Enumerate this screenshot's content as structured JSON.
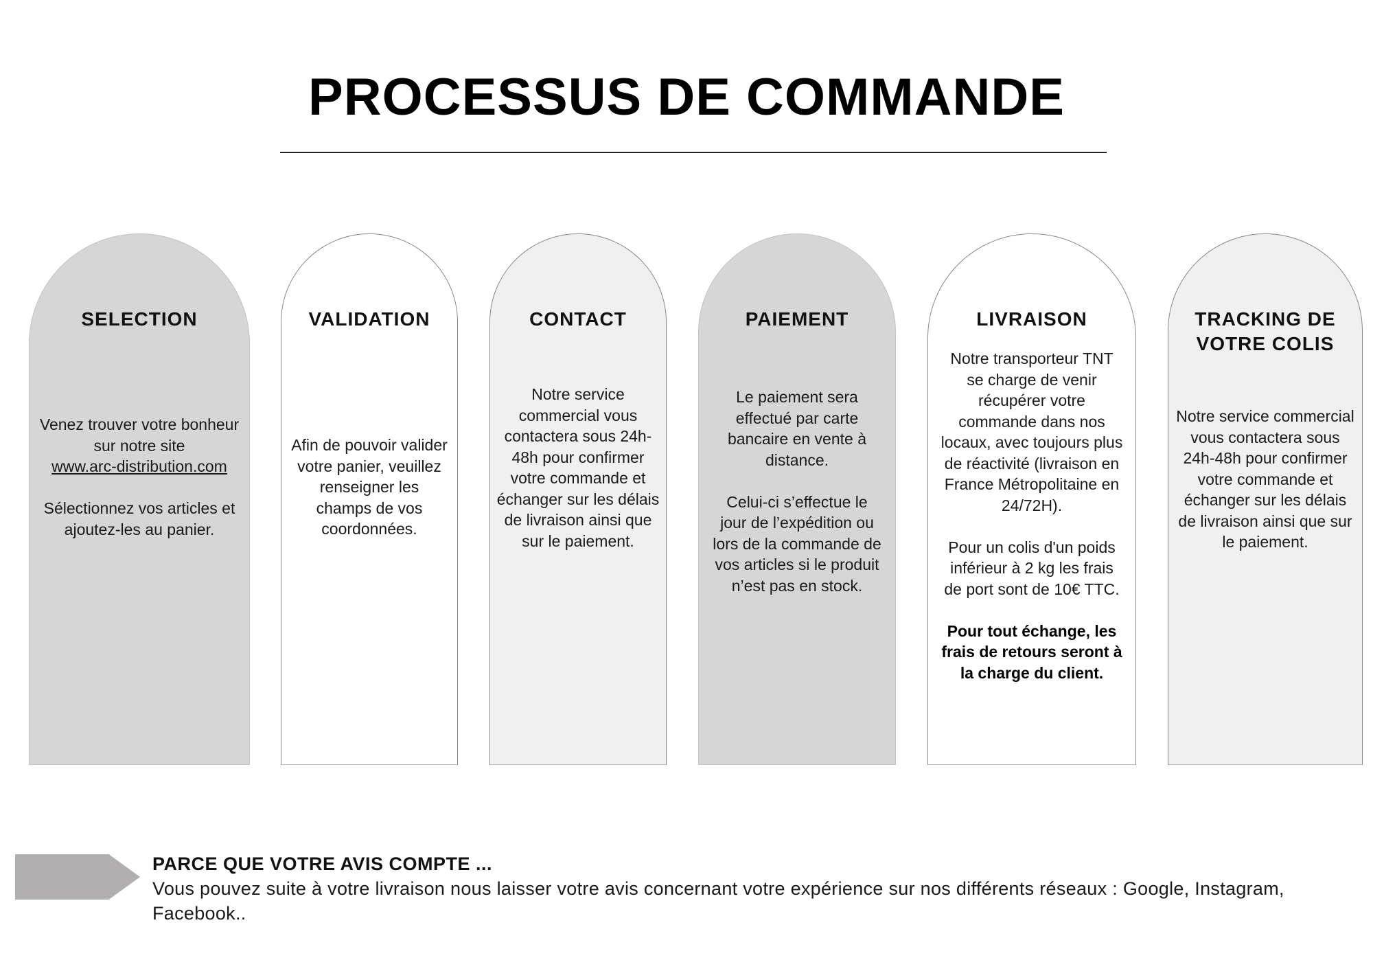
{
  "title": "PROCESSUS DE COMMANDE",
  "steps": {
    "selection": {
      "title": "SELECTION",
      "line1": "Venez trouver votre bonheur sur notre site",
      "link": "www.arc-distribution.com",
      "line2": "Sélectionnez vos articles et ajoutez-les au panier."
    },
    "validation": {
      "title": "VALIDATION",
      "text": "Afin de pouvoir valider votre panier, veuillez renseigner les champs de vos coordonnées."
    },
    "contact": {
      "title": "CONTACT",
      "text": "Notre service commercial vous contactera sous 24h-48h pour confirmer votre commande et échanger sur les délais de livraison ainsi que sur le paiement."
    },
    "paiement": {
      "title": "PAIEMENT",
      "text1": "Le paiement sera effectué par carte bancaire en vente à distance.",
      "text2": "Celui-ci s’effectue le jour de l’expédition ou lors de la commande de vos articles si le produit n’est pas en stock."
    },
    "livraison": {
      "title": "LIVRAISON",
      "text1": "Notre transporteur TNT se charge de venir récupérer votre commande dans nos locaux, avec toujours plus de réactivité (livraison en France Métropolitaine en 24/72H).",
      "text2": "Pour un colis d'un poids inférieur à 2 kg les frais de port sont de 10€ TTC.",
      "text3": "Pour tout échange, les frais de retours seront à la charge du client."
    },
    "tracking": {
      "title": "TRACKING DE VOTRE COLIS",
      "text": "Notre service commercial vous contactera sous 24h-48h pour confirmer votre commande et échanger sur les délais de livraison ainsi que sur le paiement."
    }
  },
  "footer": {
    "title": "PARCE QUE VOTRE AVIS COMPTE ...",
    "text": "Vous pouvez suite à votre livraison nous laisser votre avis concernant votre expérience sur nos différents réseaux : Google, Instagram, Facebook.."
  },
  "colors": {
    "dark_fill": "#d6d6d6",
    "light_fill": "#f0f0f0",
    "outline": "#8e8585",
    "arrow": "#b1afaf"
  }
}
